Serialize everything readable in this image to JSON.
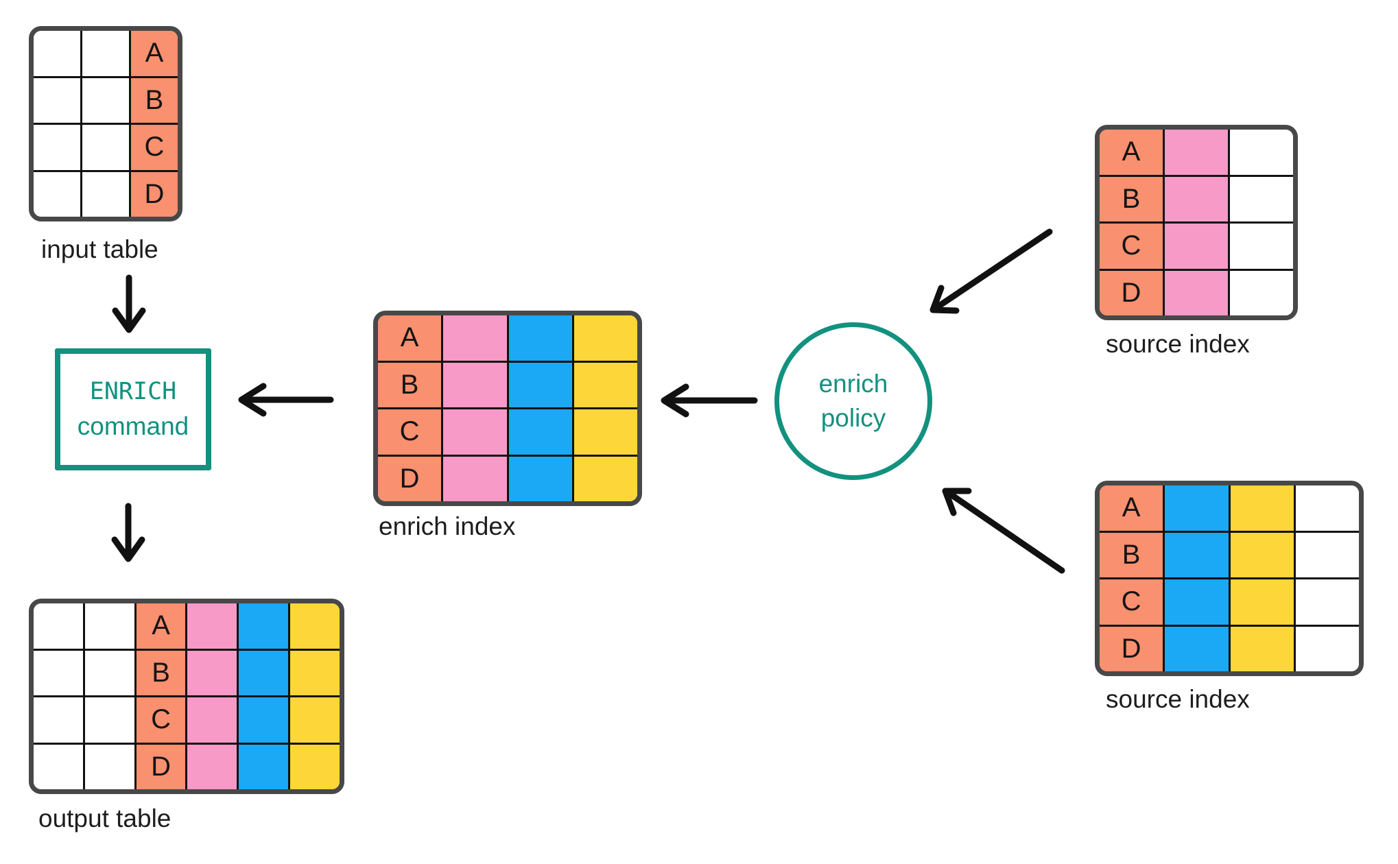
{
  "colors": {
    "salmon": "#F9906F",
    "pink": "#F79AC8",
    "blue": "#1BA9F5",
    "yellow": "#FDD63A",
    "teal": "#12917F",
    "border_dark": "#484848",
    "grid_line": "#111111",
    "arrow": "#111111",
    "text": "#1D1D1D"
  },
  "nodes": {
    "enrich_command": {
      "line1": "ENRICH",
      "line2": "command"
    },
    "enrich_policy": {
      "line1": "enrich",
      "line2": "policy"
    }
  },
  "tables": {
    "input": {
      "label": "input table",
      "row_labels": [
        "A",
        "B",
        "C",
        "D"
      ],
      "columns": [
        "white",
        "white",
        "salmon"
      ],
      "letter_column": 2
    },
    "enrich_index": {
      "label": "enrich index",
      "row_labels": [
        "A",
        "B",
        "C",
        "D"
      ],
      "columns": [
        "salmon",
        "pink",
        "blue",
        "yellow"
      ],
      "letter_column": 0
    },
    "source_top": {
      "label": "source index",
      "row_labels": [
        "A",
        "B",
        "C",
        "D"
      ],
      "columns": [
        "salmon",
        "pink",
        "white"
      ],
      "letter_column": 0
    },
    "source_bottom": {
      "label": "source index",
      "row_labels": [
        "A",
        "B",
        "C",
        "D"
      ],
      "columns": [
        "salmon",
        "blue",
        "yellow",
        "white"
      ],
      "letter_column": 0
    },
    "output": {
      "label": "output table",
      "row_labels": [
        "A",
        "B",
        "C",
        "D"
      ],
      "columns": [
        "white",
        "white",
        "salmon",
        "pink",
        "blue",
        "yellow"
      ],
      "letter_column": 2
    }
  },
  "arrows": [
    {
      "name": "input-table-to-enrich-command",
      "direction": "down"
    },
    {
      "name": "enrich-command-to-output-table",
      "direction": "down"
    },
    {
      "name": "enrich-index-to-enrich-command",
      "direction": "left"
    },
    {
      "name": "enrich-policy-to-enrich-index",
      "direction": "left"
    },
    {
      "name": "source-index-top-to-enrich-policy",
      "direction": "down-left"
    },
    {
      "name": "source-index-bottom-to-enrich-policy",
      "direction": "up-left"
    }
  ]
}
